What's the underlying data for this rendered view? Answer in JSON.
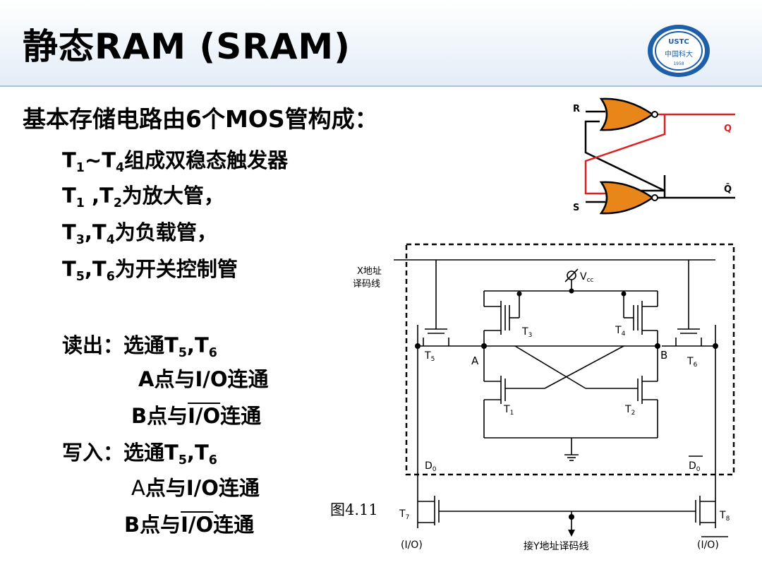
{
  "title": "静态RAM (SRAM)",
  "heading": "基本存储电路由6个MOS管构成：",
  "items": [
    {
      "t": "T",
      "s1": "1",
      "m": "~T",
      "s2": "4",
      "rest": "组成双稳态触发器"
    },
    {
      "t": "T",
      "s1": "1",
      "m": " ,T",
      "s2": "2",
      "rest": "为放大管，"
    },
    {
      "t": "T",
      "s1": "3",
      "m": ",T",
      "s2": "4",
      "rest": "为负载管，"
    },
    {
      "t": "T",
      "s1": "5",
      "m": ",T",
      "s2": "6",
      "rest": "为开关控制管"
    }
  ],
  "read": {
    "label": "读出：",
    "select": "选通T",
    "s1": "5",
    "m": ",T",
    "s2": "6",
    "a_line": "A点与I/O连通",
    "b_pre": "B点与",
    "b_io": "I/O",
    "b_post": "连通"
  },
  "write": {
    "label": "写入：",
    "select": "选通T",
    "s1": "5",
    "m": ",T",
    "s2": "6",
    "a_pre": "A",
    "a_post": "点与I/O连通",
    "b_pre": "B点与",
    "b_io": "I/O",
    "b_post": "连通"
  },
  "figure_label": "图4.11",
  "latch": {
    "r": "R",
    "s": "S",
    "q": "Q",
    "qbar": "Q̄"
  },
  "logo": {
    "text": "USTC",
    "sub": "中国科大",
    "year": "1958"
  },
  "circuit": {
    "x_addr": [
      "X地址",
      "译码线"
    ],
    "vcc": "V",
    "vcc_sub": "cc",
    "t1": "T",
    "t1s": "1",
    "t2": "T",
    "t2s": "2",
    "t3": "T",
    "t3s": "3",
    "t4": "T",
    "t4s": "4",
    "t5": "T",
    "t5s": "5",
    "t6": "T",
    "t6s": "6",
    "t7": "T",
    "t7s": "7",
    "t8": "T",
    "t8s": "8",
    "node_a": "A",
    "node_b": "B",
    "d0": "D",
    "d0s": "0",
    "d0bar": "D",
    "d0bars": "0",
    "io_left": "(I/O)",
    "io_right": "(I/O)",
    "y_addr": "接Y地址译码线"
  },
  "colors": {
    "gate_fill": "#e8861a",
    "feedback": "#e02020",
    "header_band": "#e3edf7"
  }
}
